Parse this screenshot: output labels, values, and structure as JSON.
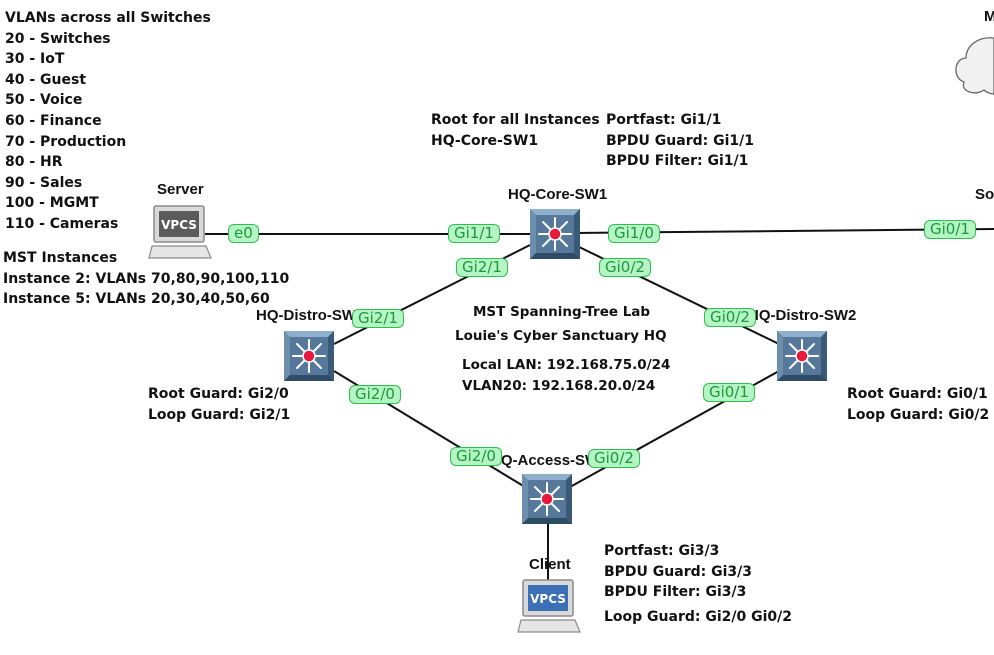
{
  "vlans_note": {
    "lines": [
      "VLANs across all Switches",
      "20 - Switches",
      "30 - IoT",
      "40 - Guest",
      "50 - Voice",
      "60 - Finance",
      "70 - Production",
      "80 - HR",
      "90 - Sales",
      "100 - MGMT",
      "110 - Cameras"
    ]
  },
  "mst_note": {
    "lines": [
      "MST Instances",
      "Instance 2: VLANs 70,80,90,100,110",
      "Instance 5: VLANs 20,30,40,50,60"
    ]
  },
  "root_note": {
    "lines": [
      "Root for all Instances",
      "HQ-Core-SW1"
    ]
  },
  "core_guard_note": {
    "lines": [
      "Portfast: Gi1/1",
      "BPDU Guard: Gi1/1",
      "BPDU Filter: Gi1/1"
    ]
  },
  "lab_note": {
    "lines": [
      "MST Spanning-Tree Lab",
      "Louie's Cyber Sanctuary HQ"
    ]
  },
  "lan_note": {
    "lines": [
      "Local LAN: 192.168.75.0/24",
      "VLAN20: 192.168.20.0/24"
    ]
  },
  "distro1_note": {
    "lines": [
      "Root Guard: Gi2/0",
      "Loop Guard: Gi2/1"
    ]
  },
  "distro2_note": {
    "lines": [
      "Root Guard: Gi0/1",
      "Loop Guard: Gi0/2"
    ]
  },
  "access_note": {
    "lines": [
      "Portfast: Gi3/3",
      "BPDU Guard: Gi3/3",
      "BPDU Filter: Gi3/3",
      "Loop Guard: Gi2/0  Gi0/2"
    ]
  },
  "nodes": {
    "server": {
      "label": "Server",
      "screen_text": "VPCS"
    },
    "client": {
      "label": "Client",
      "screen_text": "VPCS"
    },
    "core": {
      "label": "HQ-Core-SW1"
    },
    "distro1": {
      "label": "HQ-Distro-SW1"
    },
    "distro2": {
      "label": "HQ-Distro-SW2"
    },
    "access": {
      "label": "HQ-Access-SW1"
    },
    "cut_right_top": {
      "label": "M"
    },
    "cut_right_mid": {
      "label": "So"
    }
  },
  "ports": {
    "server_e0": "e0",
    "core_gi1_1": "Gi1/1",
    "core_gi1_0": "Gi1/0",
    "right_gi0_1": "Gi0/1",
    "core_gi2_1": "Gi2/1",
    "core_gi0_2": "Gi0/2",
    "distro1_gi2_1": "Gi2/1",
    "distro1_gi2_0": "Gi2/0",
    "distro2_gi0_2": "Gi0/2",
    "distro2_gi0_1": "Gi0/1",
    "access_gi2_0": "Gi2/0",
    "access_gi0_2": "Gi0/2"
  },
  "colors": {
    "link": "#111111",
    "port_fill": "#b5f5c5",
    "port_border": "#2fbf4f",
    "port_text": "#1a9a3a",
    "switch_body": "#4a6d8c",
    "switch_center": "#e8173c"
  }
}
